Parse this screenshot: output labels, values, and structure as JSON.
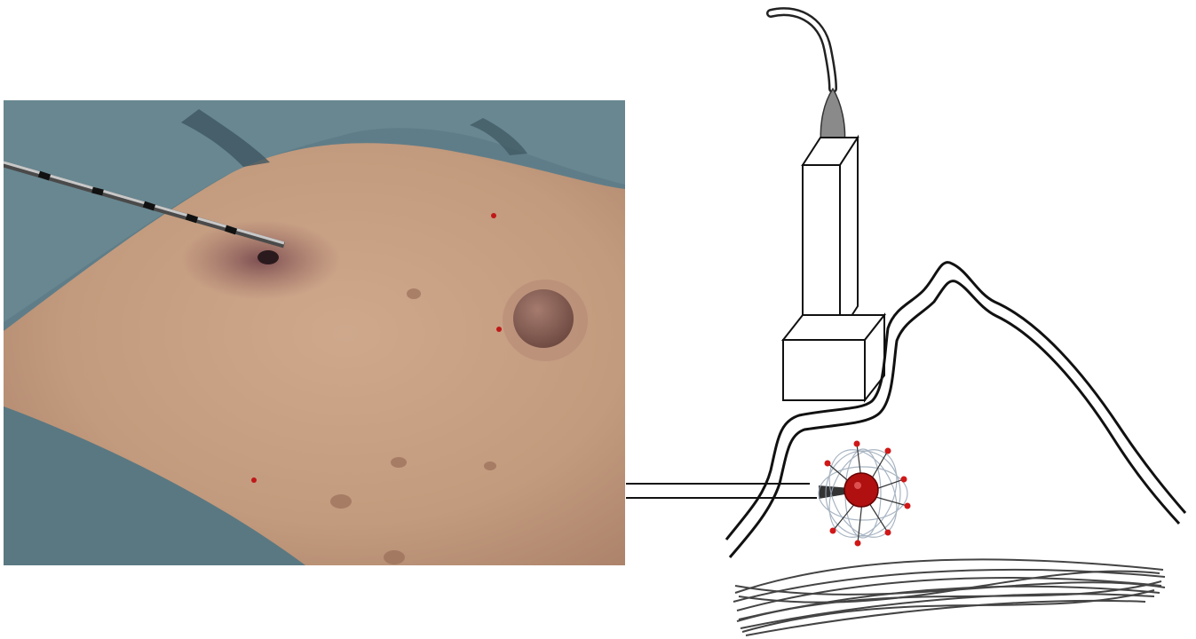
{
  "figure": {
    "panels": [
      {
        "id": "photo",
        "content": "clinical-photo"
      },
      {
        "id": "diagram",
        "content": "schematic"
      }
    ],
    "colors": {
      "drape": "#5f7d88",
      "skin": "#c49a80",
      "ablation_zone": "#b01010",
      "probe_cable": "#8a8a8a"
    },
    "icons": [
      "ultrasound-probe-icon",
      "needle-electrode-icon",
      "tumor-ablation-icon",
      "breast-contour-icon",
      "pectoral-muscle-icon"
    ]
  }
}
